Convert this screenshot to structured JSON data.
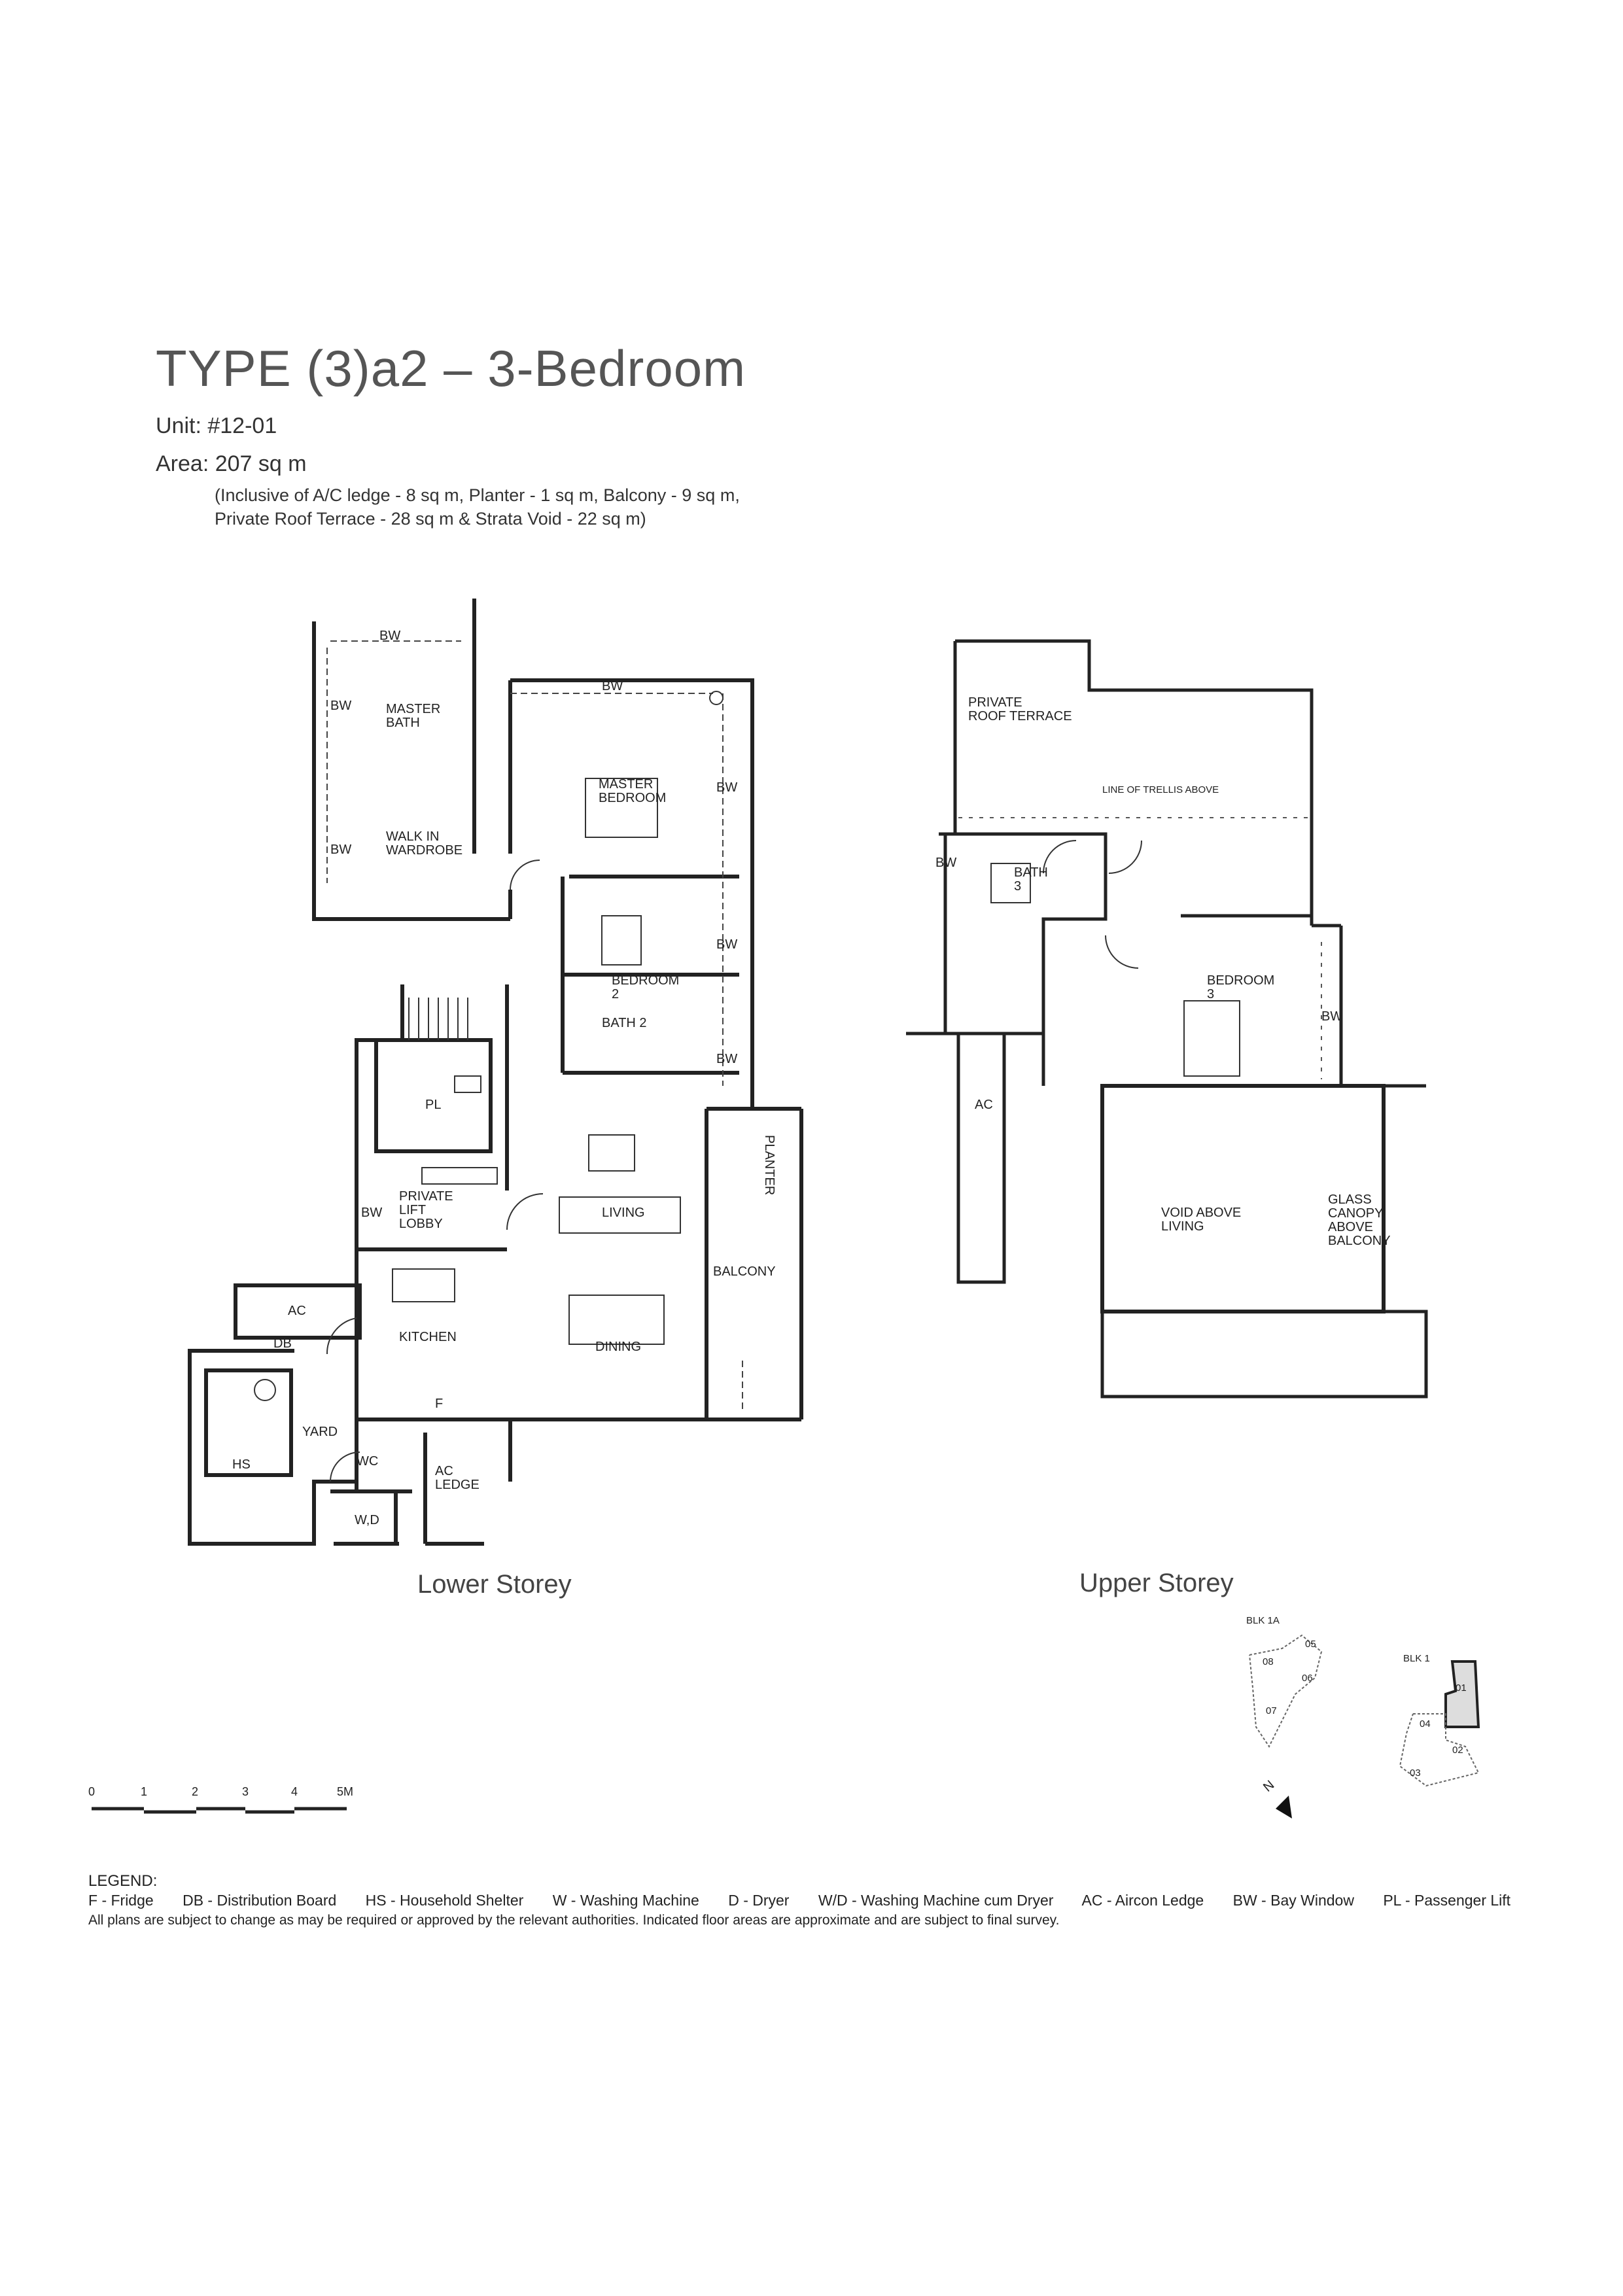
{
  "header": {
    "title": "TYPE (3)a2 – 3-Bedroom",
    "unit": "Unit: #12-01",
    "area": "Area: 207 sq m",
    "area_note_1": "(Inclusive of A/C ledge - 8 sq m, Planter - 1 sq m, Balcony - 9 sq m,",
    "area_note_2": "Private Roof Terrace - 28 sq m & Strata Void - 22 sq m)"
  },
  "lower_storey": {
    "caption": "Lower Storey",
    "rooms": {
      "bw_top": "BW",
      "bw_left1": "BW",
      "master_bath": "MASTER\nBATH",
      "walk_in": "WALK IN\nWARDROBE",
      "bw_left2": "BW",
      "bw_mid": "BW",
      "master_bedroom": "MASTER\nBEDROOM",
      "bw_r1": "BW",
      "bw_r2": "BW",
      "bw_r3": "BW",
      "bedroom2": "BEDROOM\n2",
      "bath2": "BATH 2",
      "pl": "PL",
      "private_lift_lobby": "PRIVATE\nLIFT\nLOBBY",
      "bw_lobby": "BW",
      "living": "LIVING",
      "planter": "PLANTER",
      "balcony": "BALCONY",
      "ac": "AC",
      "db": "DB",
      "kitchen": "KITCHEN",
      "dining": "DINING",
      "f": "F",
      "yard": "YARD",
      "hs": "HS",
      "wc": "WC",
      "wd": "W,D",
      "ac_ledge": "AC\nLEDGE"
    }
  },
  "upper_storey": {
    "caption": "Upper Storey",
    "rooms": {
      "roof_terrace": "PRIVATE\nROOF TERRACE",
      "trellis": "LINE OF TRELLIS ABOVE",
      "bw1": "BW",
      "bath3": "BATH\n3",
      "bedroom3": "BEDROOM\n3",
      "bw2": "BW",
      "ac": "AC",
      "void": "VOID ABOVE\nLIVING",
      "canopy": "GLASS\nCANOPY\nABOVE\nBALCONY"
    }
  },
  "key_plan": {
    "blk1a": "BLK 1A",
    "blk1": "BLK 1",
    "units_1a": [
      "05",
      "08",
      "06",
      "07"
    ],
    "units_1": [
      "01",
      "04",
      "02",
      "03"
    ],
    "north": "N"
  },
  "scale": {
    "ticks": [
      "0",
      "1",
      "2",
      "3",
      "4",
      "5M"
    ]
  },
  "legend": {
    "heading": "LEGEND:",
    "items": [
      "F - Fridge",
      "DB - Distribution Board",
      "HS - Household Shelter",
      "W - Washing Machine",
      "D - Dryer",
      "W/D - Washing Machine cum Dryer",
      "AC - Aircon Ledge",
      "BW - Bay Window",
      "PL - Passenger Lift"
    ],
    "disclaimer": "All plans are subject to change as may be required or approved by the relevant authorities. Indicated floor areas are approximate and are subject to final survey."
  }
}
